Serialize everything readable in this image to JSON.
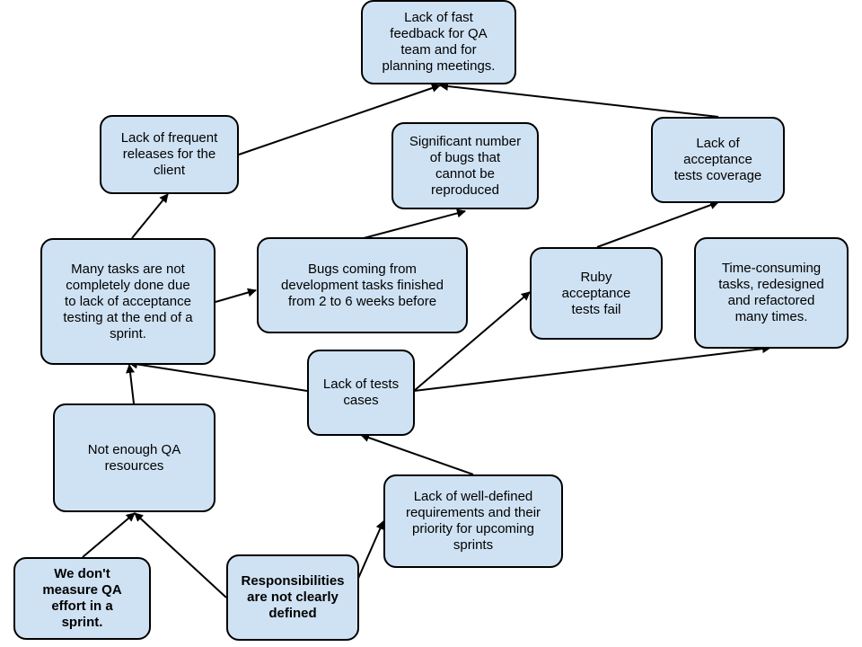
{
  "nodes": {
    "fast_feedback": "Lack of fast\nfeedback for QA\nteam and for\nplanning meetings.",
    "frequent_releases": "Lack of frequent\nreleases for the\nclient",
    "bugs_not_reproduced": "Significant number\nof bugs that\ncannot be\nreproduced",
    "acceptance_coverage": "Lack of\nacceptance\ntests coverage",
    "tasks_not_done": "Many tasks are not\ncompletely done due\nto lack of acceptance\ntesting at the end of a\nsprint.",
    "bugs_from_tasks": "Bugs coming from\ndevelopment tasks finished\nfrom 2 to 6 weeks before",
    "ruby_tests_fail": "Ruby\nacceptance\ntests fail",
    "time_consuming": "Time-consuming\ntasks, redesigned\nand refactored\nmany times.",
    "tests_cases": "Lack of tests\ncases",
    "qa_resources": "Not enough QA\nresources",
    "requirements": "Lack of well-defined\nrequirements and their\npriority for upcoming\nsprints",
    "measure_qa": "We don't\nmeasure QA\neffort in a\nsprint.",
    "responsibilities": "Responsibilities\nare not clearly\ndefined"
  },
  "colors": {
    "node_fill": "#cfe2f3",
    "node_border": "#000000",
    "arrow": "#000000"
  }
}
